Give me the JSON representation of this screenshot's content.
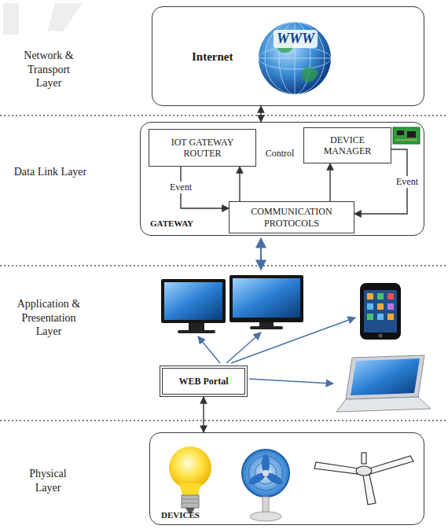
{
  "diagram": {
    "nodes": [
      {
        "text": [
          "Internet"
        ]
      },
      {
        "text": [
          "GATEWAY"
        ]
      },
      {
        "text": [
          "IOT GATEWAY ROUTER"
        ],
        "in": 1
      },
      {
        "text": [
          "DEVICE MANAGER"
        ],
        "in": 1
      },
      {
        "text": [
          "COMMUNICATION PROTOCOLS"
        ],
        "in": 1
      },
      {
        "text": [
          "WEB Portal"
        ]
      },
      {
        "text": [
          "DEVICES"
        ]
      }
    ],
    "edges": [
      {
        "from": 0,
        "to": 1,
        "arrow": "both"
      },
      {
        "from": 2,
        "to": 4,
        "arrow": "to",
        "label": "Event"
      },
      {
        "from": 4,
        "to": 2,
        "arrow": "to"
      },
      {
        "from": 4,
        "to": 3,
        "arrow": "to"
      },
      {
        "from": 3,
        "to": 4,
        "arrow": "to",
        "label": "Event"
      },
      {
        "from": 5,
        "to": 6,
        "arrow": "both"
      }
    ],
    "labels": [
      "Network & Transport Layer",
      "Data Link Layer",
      "Application & Presentation Layer",
      "Physical Layer",
      "Control",
      "WWW"
    ]
  }
}
